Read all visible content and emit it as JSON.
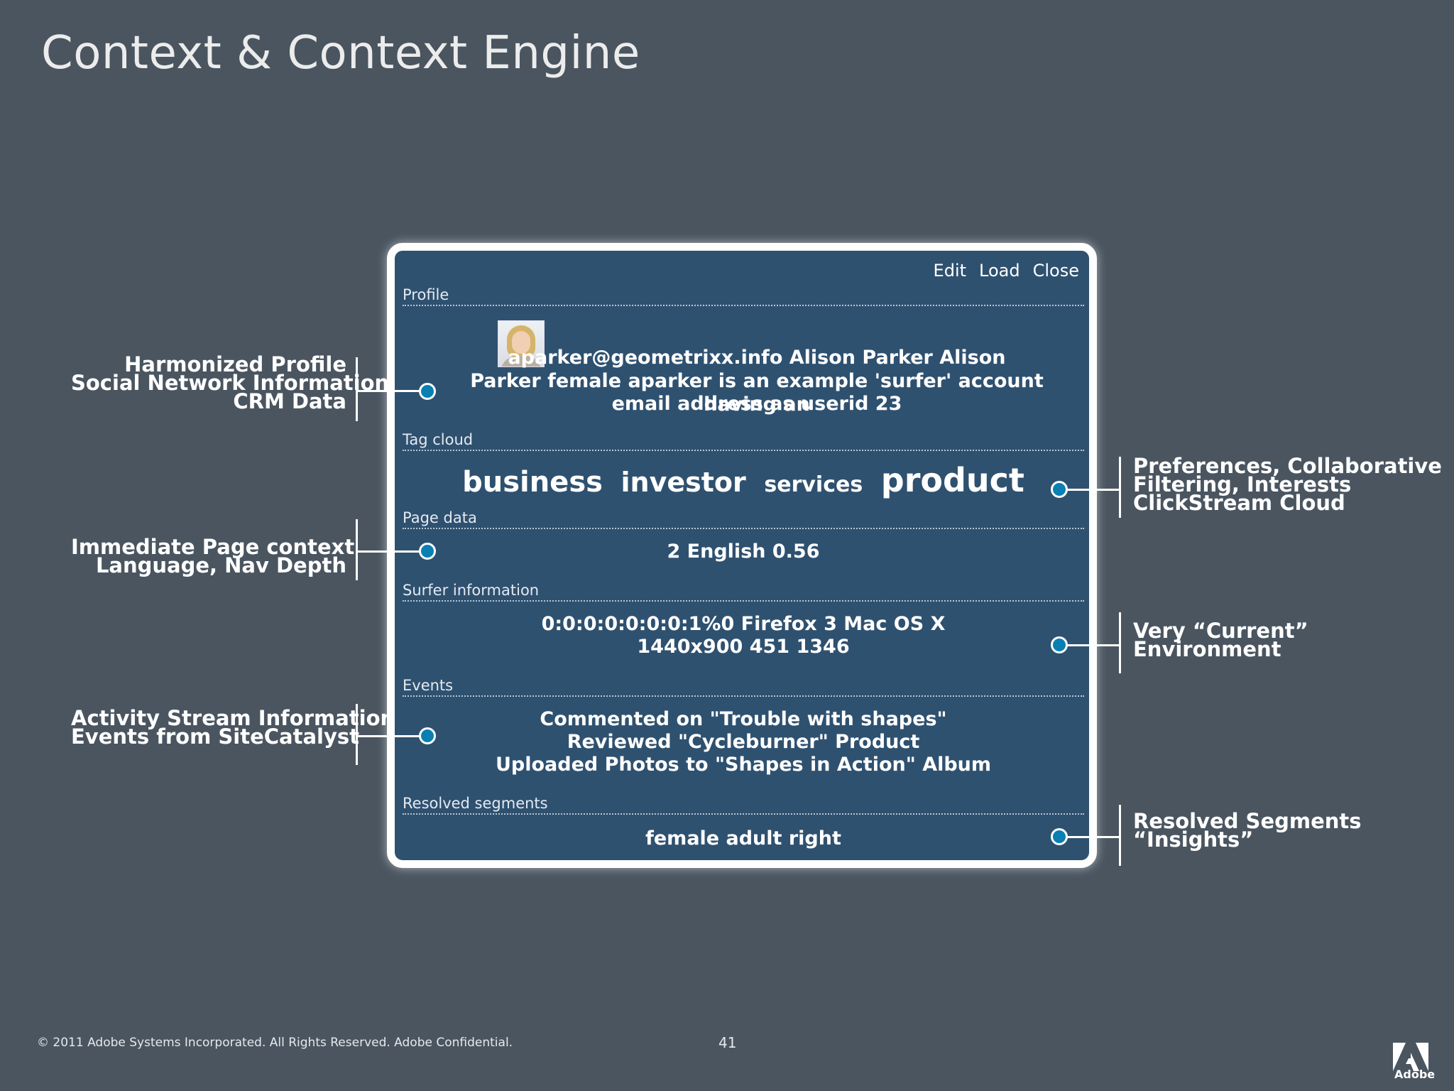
{
  "slide": {
    "title": "Context & Context Engine",
    "copyright": "© 2011 Adobe Systems Incorporated.  All Rights Reserved.  Adobe Confidential.",
    "page_number": "41",
    "logo_text": "Adobe"
  },
  "panel": {
    "toolbar": {
      "edit": "Edit",
      "load": "Load",
      "close": "Close"
    },
    "profile": {
      "label": "Profile",
      "line1": "aparker@geometrixx.info    Alison Parker    Alison",
      "line2": "Parker    female    aparker is an example 'surfer' account having an",
      "line3": "email address as userid    23"
    },
    "tag_cloud": {
      "label": "Tag cloud",
      "tags": [
        "business",
        "investor",
        "services",
        "product"
      ]
    },
    "page_data": {
      "label": "Page data",
      "values": "2    English    0.56"
    },
    "surfer_information": {
      "label": "Surfer information",
      "line1": "0:0:0:0:0:0:0:1%0    Firefox 3    Mac OS X",
      "line2": "1440x900    451    1346"
    },
    "events": {
      "label": "Events",
      "items": [
        "Commented on \"Trouble with shapes\"",
        "Reviewed \"Cycleburner\" Product",
        "Uploaded Photos to \"Shapes in Action\" Album"
      ]
    },
    "resolved_segments": {
      "label": "Resolved segments",
      "values": "female    adult    right"
    }
  },
  "callouts": {
    "profile": [
      "Harmonized Profile",
      "Social Network Information",
      "CRM  Data"
    ],
    "page_context": [
      "Immediate Page context",
      "Language, Nav Depth"
    ],
    "activity": [
      "Activity Stream Information",
      "Events from SiteCatalyst"
    ],
    "preferences": [
      "Preferences, Collaborative",
      "Filtering, Interests",
      "ClickStream Cloud"
    ],
    "environment": [
      "Very “Current”",
      "Environment"
    ],
    "segments": [
      "Resolved Segments",
      "“Insights”"
    ]
  },
  "colors": {
    "background": "#4a5560",
    "panel": "#2f5170",
    "dot": "#0a7fb2"
  }
}
